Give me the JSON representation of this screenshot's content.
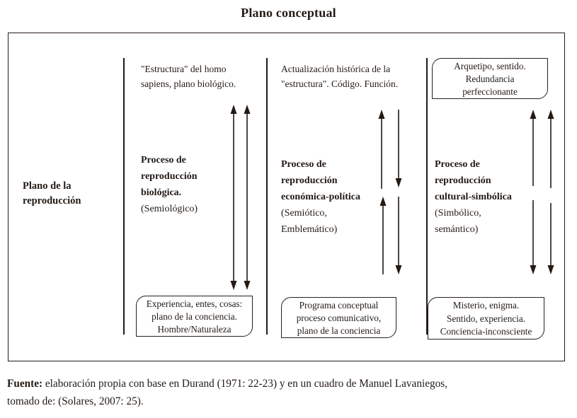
{
  "title": "Plano conceptual",
  "row_label": {
    "lines": [
      "Plano de la",
      "reproducción"
    ]
  },
  "columns": [
    {
      "top_lines": [
        "\"Estructura\" del homo",
        "sapiens, plano biológico."
      ],
      "process_bold": [
        "Proceso de",
        "reproducción",
        "biológica."
      ],
      "process_regular": [
        "(Semiológico)"
      ],
      "bottom_box": [
        "Experiencia, entes, cosas:",
        "plano de la conciencia.",
        "Hombre/Naturaleza"
      ]
    },
    {
      "top_lines": [
        "Actualización histórica de la",
        "\"estructura\". Código. Función."
      ],
      "process_bold": [
        "Proceso de",
        "reproducción",
        "económica-política"
      ],
      "process_regular": [
        "(Semiótico,",
        "Emblemático)"
      ],
      "bottom_box": [
        "Programa conceptual",
        "proceso comunicativo,",
        "plano de la conciencia"
      ]
    },
    {
      "top_box": [
        "Arquetipo, sentido.",
        "Redundancia",
        "perfeccionante"
      ],
      "process_bold": [
        "Proceso de",
        "reproducción",
        "cultural-simbólica"
      ],
      "process_regular": [
        "(Simbólico,",
        "semántico)"
      ],
      "bottom_box": [
        "Misterio, enigma.",
        "Sentido, experiencia.",
        "Conciencia-inconsciente"
      ]
    }
  ],
  "caption": {
    "label": "Fuente:",
    "line1_rest": " elaboración propia con base en Durand (1971: 22-23) y en un cuadro de Manuel Lavaniegos,",
    "line2": "tomado de: (Solares, 2007: 25)."
  },
  "colors": {
    "ink": "#231a15",
    "line": "#241a14"
  }
}
